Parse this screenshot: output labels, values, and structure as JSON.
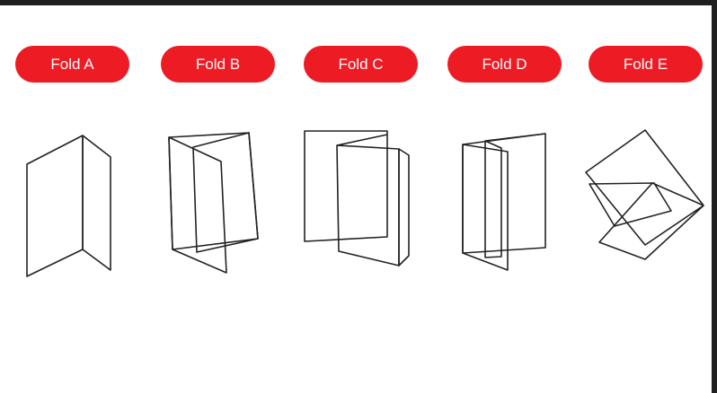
{
  "folds": [
    {
      "label": "Fold A"
    },
    {
      "label": "Fold B"
    },
    {
      "label": "Fold C"
    },
    {
      "label": "Fold D"
    },
    {
      "label": "Fold E"
    }
  ],
  "colors": {
    "pill": "#ed1c24",
    "pill_text": "#ffffff",
    "line": "#222222",
    "background": "#ffffff",
    "frame": "#1f1f1f"
  }
}
